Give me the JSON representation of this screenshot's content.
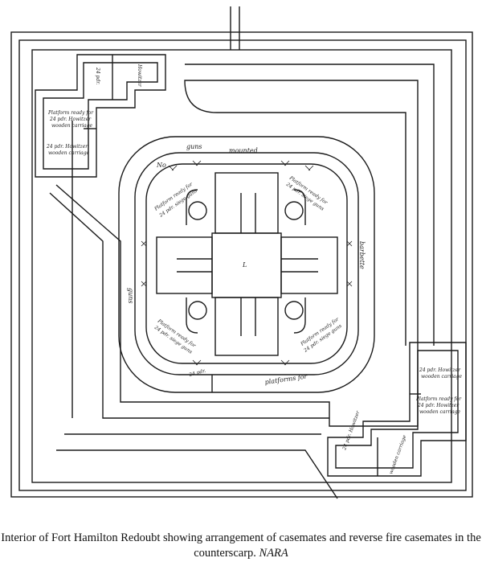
{
  "caption": {
    "main": "Interior of Fort Hamilton Redoubt showing arrangement of casemates and reverse fire casemates in the counterscarp.",
    "source": "NARA"
  },
  "annotations": {
    "no_guns_no": "No",
    "no_guns_guns": "guns",
    "no_guns_mounted": "mounted",
    "platform_ready_right": "Platform ready for",
    "platform_ready_right_sub": "24 pdr. siege guns",
    "platform_ready_left": "Platform ready for",
    "platform_ready_left_sub": "24 pdr. siege guns",
    "barbette": "barbette",
    "guns_ea": "guns",
    "platforms_for": "platforms for",
    "for_24": "24 pdr.",
    "lower_left": "Platform ready for",
    "lower_left_sub": "24 pdr. siege guns",
    "lower_right": "Platform ready for",
    "lower_right_sub": "24 pdr. siege guns",
    "nw_casemate_a": "Platform ready for",
    "nw_casemate_b": "24 pdr. Howitzer",
    "nw_casemate_c": "wooden carriage",
    "nw_casemate_d": "24 pdr. Howitzer",
    "nw_casemate_e": "wooden carriage",
    "nw_top_a": "24 pdr.",
    "nw_top_b": "Howitzer",
    "se_casemate_a": "24 pdr. Howitzer",
    "se_casemate_b": "wooden carriage",
    "se_casemate_c": "Platform ready for",
    "se_casemate_d": "24 pdr. Howitzer",
    "se_casemate_e": "wooden carriage",
    "se_bottom_a": "24 pdr. Howitzer",
    "se_bottom_b": "wooden carriage",
    "center_mark": "L"
  }
}
